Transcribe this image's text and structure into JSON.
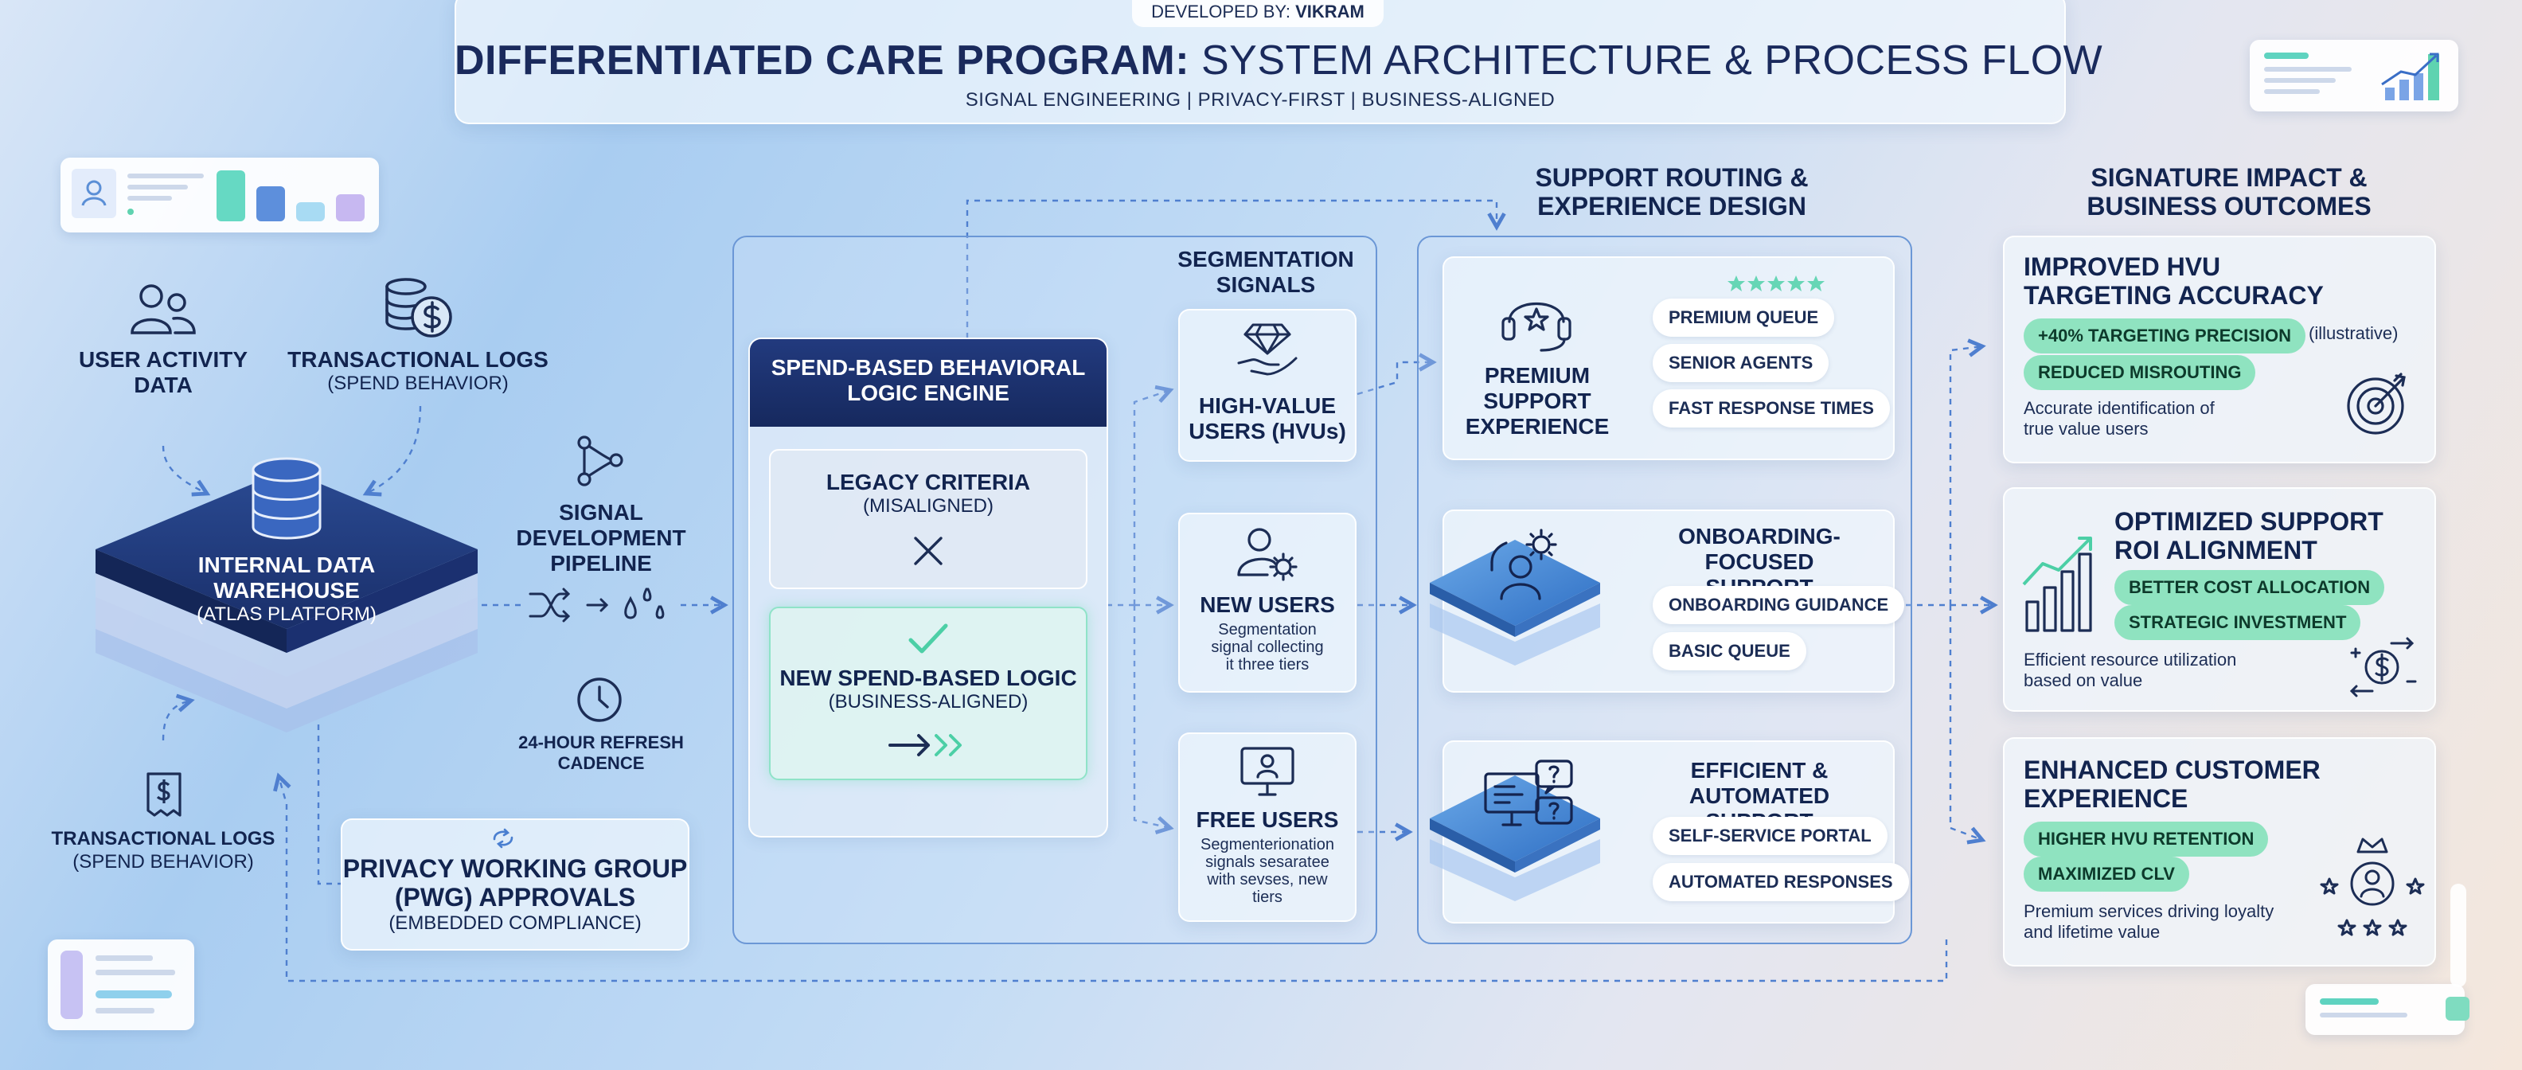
{
  "header": {
    "developed_by_label": "DEVELOPED BY:",
    "developed_by_name": "VIKRAM",
    "title_bold": "DIFFERENTIATED CARE PROGRAM:",
    "title_rest": " SYSTEM ARCHITECTURE & PROCESS FLOW",
    "subtitle": "SIGNAL ENGINEERING | PRIVACY-FIRST | BUSINESS-ALIGNED"
  },
  "sources": {
    "user_activity": {
      "line1": "USER ACTIVITY",
      "line2": "DATA",
      "icon": "users-icon"
    },
    "transactional_top": {
      "line1": "TRANSACTIONAL LOGS",
      "line2": "(SPEND BEHAVIOR)",
      "icon": "coins-dollar-icon"
    },
    "transactional_bottom": {
      "line1": "TRANSACTIONAL LOGS",
      "line2": "(SPEND BEHAVIOR)",
      "icon": "receipt-icon"
    }
  },
  "warehouse": {
    "line1": "INTERNAL DATA",
    "line2": "WAREHOUSE",
    "line3": "(ATLAS PLATFORM)",
    "icon": "database-icon"
  },
  "pipeline": {
    "line1": "SIGNAL",
    "line2": "DEVELOPMENT",
    "line3": "PIPELINE",
    "refresh_line1": "24-HOUR REFRESH",
    "refresh_line2": "CADENCE",
    "icons": [
      "pipeline-nodes-icon",
      "shuffle-icon",
      "droplets-icon",
      "clock-icon"
    ]
  },
  "pwg": {
    "line1": "PRIVACY WORKING GROUP",
    "line2": "(PWG) APPROVALS",
    "line3": "(EMBEDDED COMPLIANCE)",
    "icon": "sync-icon"
  },
  "engine": {
    "title_line1": "SPEND-BASED BEHAVIORAL",
    "title_line2": "LOGIC ENGINE",
    "legacy_line1": "LEGACY CRITERIA",
    "legacy_line2": "(MISALIGNED)",
    "new_line1": "NEW SPEND-BASED LOGIC",
    "new_line2": "(BUSINESS-ALIGNED)"
  },
  "segmentation": {
    "title_line1": "SEGMENTATION",
    "title_line2": "SIGNALS",
    "hvu_line1": "HIGH-VALUE",
    "hvu_line2": "USERS (HVUs)",
    "new_users": "NEW USERS",
    "new_desc": [
      "Segmentation",
      "signal collecting",
      "it three tiers"
    ],
    "free_users": "FREE USERS",
    "free_desc": [
      "Segmenterionation",
      "signals sesaratee",
      "with sevses, new",
      "tiers"
    ]
  },
  "routing": {
    "title_line1": "SUPPORT ROUTING &",
    "title_line2": "EXPERIENCE DESIGN",
    "premium_line1": "PREMIUM",
    "premium_line2": "SUPPORT",
    "premium_line3": "EXPERIENCE",
    "premium_pills": [
      "PREMIUM QUEUE",
      "SENIOR AGENTS",
      "FAST RESPONSE TIMES"
    ],
    "onboarding_line1": "ONBOARDING-FOCUSED",
    "onboarding_line2": "SUPPORT",
    "onboarding_pills": [
      "ONBOARDING GUIDANCE",
      "BASIC QUEUE"
    ],
    "efficient_line1": "EFFICIENT & AUTOMATED",
    "efficient_line2": "SUPPORT",
    "efficient_pills": [
      "SELF-SERVICE PORTAL",
      "AUTOMATED RESPONSES"
    ]
  },
  "outcomes": {
    "title_line1": "SIGNATURE IMPACT &",
    "title_line2": "BUSINESS OUTCOMES",
    "card1": {
      "title_line1": "IMPROVED HVU",
      "title_line2": "TARGETING ACCURACY",
      "pill1": "+40% TARGETING PRECISION",
      "pill1_note": "(illustrative)",
      "pill2": "REDUCED MISROUTING",
      "desc_line1": "Accurate identification of",
      "desc_line2": "true value users"
    },
    "card2": {
      "title_line1": "OPTIMIZED SUPPORT",
      "title_line2": "ROI ALIGNMENT",
      "pill1": "BETTER COST ALLOCATION",
      "pill2": "STRATEGIC INVESTMENT",
      "desc_line1": "Efficient resource utilization",
      "desc_line2": "based on value"
    },
    "card3": {
      "title_line1": "ENHANCED CUSTOMER",
      "title_line2": "EXPERIENCE",
      "pill1": "HIGHER HVU RETENTION",
      "pill2": "MAXIMIZED CLV",
      "desc_line1": "Premium services driving loyalty",
      "desc_line2": "and lifetime value"
    }
  },
  "colors": {
    "navy": "#1d3370",
    "accent_blue": "#4a7fd0",
    "mint": "#8fe3c0",
    "dash_blue": "#4f7fcf"
  }
}
